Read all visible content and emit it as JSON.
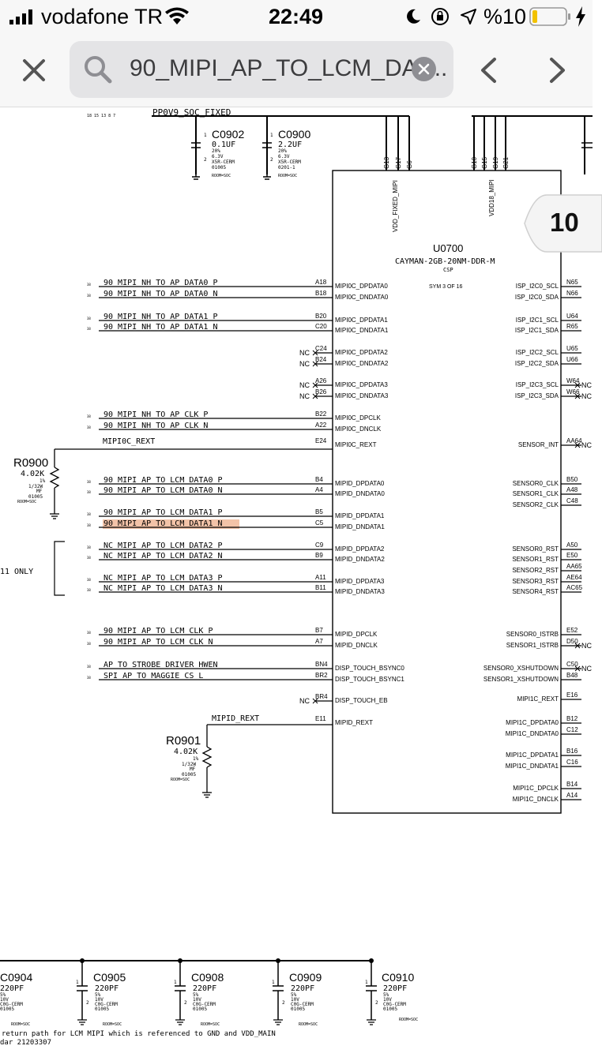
{
  "status_bar": {
    "carrier": "vodafone TR",
    "time": "22:49",
    "battery": "%10"
  },
  "toolbar": {
    "search_value": "90_MIPI_AP_TO_LCM_DAT..."
  },
  "page_badge": "10",
  "schematic": {
    "top_net": "PP0V9_SOC_FIXED",
    "chip": {
      "ref": "U0700",
      "part": "CAYMAN-2GB-20NM-DDR-M",
      "pkg": "CSP",
      "sym": "SYM 3 OF 16"
    },
    "power_pins": {
      "left": {
        "pins": [
          "G13",
          "G17",
          "G6"
        ],
        "net": "VDD_FIXED_MIPI"
      },
      "right": {
        "pins": [
          "G10",
          "G15",
          "G19",
          "G21"
        ],
        "net": "VDD18_MIPI"
      }
    },
    "caps_top": [
      {
        "ref": "C0902",
        "val": "0.1UF",
        "tol": "20%",
        "v": "6.3V",
        "die": "X5R-CERM",
        "pkg": "01005",
        "room": "ROOM=SOC"
      },
      {
        "ref": "C0900",
        "val": "2.2UF",
        "tol": "20%",
        "v": "6.3V",
        "die": "X5R-CERM",
        "pkg": "0201-1",
        "room": "ROOM=SOC"
      }
    ],
    "left_nets": [
      {
        "net": "90_MIPI_NH_TO_AP_DATA0_P",
        "pin": "A18",
        "port": "MIPI0C_DPDATA0"
      },
      {
        "net": "90_MIPI_NH_TO_AP_DATA0_N",
        "pin": "B18",
        "port": "MIPI0C_DNDATA0"
      },
      {
        "net": "90_MIPI_NH_TO_AP_DATA1_P",
        "pin": "B20",
        "port": "MIPI0C_DPDATA1"
      },
      {
        "net": "90_MIPI_NH_TO_AP_DATA1_N",
        "pin": "C20",
        "port": "MIPI0C_DNDATA1"
      },
      {
        "net": "NC",
        "pin": "C24",
        "port": "MIPI0C_DPDATA2"
      },
      {
        "net": "NC",
        "pin": "B24",
        "port": "MIPI0C_DNDATA2"
      },
      {
        "net": "NC",
        "pin": "A26",
        "port": "MIPI0C_DPDATA3"
      },
      {
        "net": "NC",
        "pin": "B26",
        "port": "MIPI0C_DNDATA3"
      },
      {
        "net": "90_MIPI_NH_TO_AP_CLK_P",
        "pin": "B22",
        "port": "MIPI0C_DPCLK"
      },
      {
        "net": "90_MIPI_NH_TO_AP_CLK_N",
        "pin": "A22",
        "port": "MIPI0C_DNCLK"
      },
      {
        "net": "MIPI0C_REXT",
        "pin": "E24",
        "port": "MIPI0C_REXT"
      },
      {
        "net": "90_MIPI_AP_TO_LCM_DATA0_P",
        "pin": "B4",
        "port": "MIPID_DPDATA0"
      },
      {
        "net": "90_MIPI_AP_TO_LCM_DATA0_N",
        "pin": "A4",
        "port": "MIPID_DNDATA0"
      },
      {
        "net": "90_MIPI_AP_TO_LCM_DATA1_P",
        "pin": "B5",
        "port": "MIPID_DPDATA1"
      },
      {
        "net": "90_MIPI_AP_TO_LCM_DATA1_N",
        "pin": "C5",
        "port": "MIPID_DNDATA1"
      },
      {
        "net": "NC_MIPI_AP_TO_LCM_DATA2_P",
        "pin": "C9",
        "port": "MIPID_DPDATA2"
      },
      {
        "net": "NC_MIPI_AP_TO_LCM_DATA2_N",
        "pin": "B9",
        "port": "MIPID_DNDATA2"
      },
      {
        "net": "NC_MIPI_AP_TO_LCM_DATA3_P",
        "pin": "A11",
        "port": "MIPID_DPDATA3"
      },
      {
        "net": "NC_MIPI_AP_TO_LCM_DATA3_N",
        "pin": "B11",
        "port": "MIPID_DNDATA3"
      },
      {
        "net": "90_MIPI_AP_TO_LCM_CLK_P",
        "pin": "B7",
        "port": "MIPID_DPCLK"
      },
      {
        "net": "90_MIPI_AP_TO_LCM_CLK_N",
        "pin": "A7",
        "port": "MIPID_DNCLK"
      },
      {
        "net": "AP_TO_STROBE_DRIVER_HWEN",
        "pin": "BN4",
        "port": "DISP_TOUCH_BSYNC0"
      },
      {
        "net": "SPI_AP_TO_MAGGIE_CS_L",
        "pin": "BR2",
        "port": "DISP_TOUCH_BSYNC1"
      },
      {
        "net": "NC",
        "pin": "BR4",
        "port": "DISP_TOUCH_EB"
      },
      {
        "net": "MIPID_REXT",
        "pin": "E11",
        "port": "MIPID_REXT"
      }
    ],
    "right_pins": [
      {
        "port": "ISP_I2C0_SCL",
        "pin": "N65"
      },
      {
        "port": "ISP_I2C0_SDA",
        "pin": "N66"
      },
      {
        "port": "ISP_I2C1_SCL",
        "pin": "U64"
      },
      {
        "port": "ISP_I2C1_SDA",
        "pin": "R65"
      },
      {
        "port": "ISP_I2C2_SCL",
        "pin": "U65"
      },
      {
        "port": "ISP_I2C2_SDA",
        "pin": "U66"
      },
      {
        "port": "ISP_I2C3_SCL",
        "pin": "W64"
      },
      {
        "port": "ISP_I2C3_SDA",
        "pin": "W66"
      },
      {
        "port": "SENSOR_INT",
        "pin": "AA64"
      },
      {
        "port": "SENSOR0_CLK",
        "pin": "B50"
      },
      {
        "port": "SENSOR1_CLK",
        "pin": "A48"
      },
      {
        "port": "SENSOR2_CLK",
        "pin": "C48"
      },
      {
        "port": "SENSOR0_RST",
        "pin": "A50"
      },
      {
        "port": "SENSOR1_RST",
        "pin": "E50"
      },
      {
        "port": "SENSOR2_RST",
        "pin": "AA65"
      },
      {
        "port": "SENSOR3_RST",
        "pin": "AE64"
      },
      {
        "port": "SENSOR4_RST",
        "pin": "AC65"
      },
      {
        "port": "SENSOR0_ISTRB",
        "pin": "E52"
      },
      {
        "port": "SENSOR1_ISTRB",
        "pin": "D50"
      },
      {
        "port": "SENSOR0_XSHUTDOWN",
        "pin": "C50"
      },
      {
        "port": "SENSOR1_XSHUTDOWN",
        "pin": "B48"
      },
      {
        "port": "MIPI1C_REXT",
        "pin": "E16"
      },
      {
        "port": "MIPI1C_DPDATA0",
        "pin": "B12"
      },
      {
        "port": "MIPI1C_DNDATA0",
        "pin": "C12"
      },
      {
        "port": "MIPI1C_DPDATA1",
        "pin": "B16"
      },
      {
        "port": "MIPI1C_DNDATA1",
        "pin": "C16"
      },
      {
        "port": "MIPI1C_DPCLK",
        "pin": "B14"
      },
      {
        "port": "MIPI1C_DNCLK",
        "pin": "A14"
      }
    ],
    "resistors": [
      {
        "ref": "R0900",
        "val": "4.02K",
        "tol": "1%",
        "pwr": "1/32W",
        "type": "MF",
        "pkg": "01005",
        "room": "ROOM=SOC"
      },
      {
        "ref": "R0901",
        "val": "4.02K",
        "tol": "1%",
        "pwr": "1/32W",
        "type": "MF",
        "pkg": "01005",
        "room": "ROOM=SOC"
      }
    ],
    "side_note": "11 ONLY",
    "caps_bottom": [
      {
        "ref": "C0904",
        "val": "220PF",
        "tol": "5%",
        "v": "10V",
        "die": "C0G-CERM",
        "pkg": "01005"
      },
      {
        "ref": "C0905",
        "val": "220PF",
        "tol": "5%",
        "v": "10V",
        "die": "C0G-CERM",
        "pkg": "01005"
      },
      {
        "ref": "C0908",
        "val": "220PF",
        "tol": "5%",
        "v": "10V",
        "die": "C0G-CERM",
        "pkg": "01005"
      },
      {
        "ref": "C0909",
        "val": "220PF",
        "tol": "5%",
        "v": "10V",
        "die": "C0G-CERM",
        "pkg": "01005"
      },
      {
        "ref": "C0910",
        "val": "220PF",
        "tol": "5%",
        "v": "10V",
        "die": "C0G-CERM",
        "pkg": "01005"
      }
    ],
    "room_label": "ROOM=SOC",
    "footnote_1": "return path for LCM MIPI which is referenced to GND and VDD_MAIN",
    "footnote_2": "dar 21203307"
  }
}
